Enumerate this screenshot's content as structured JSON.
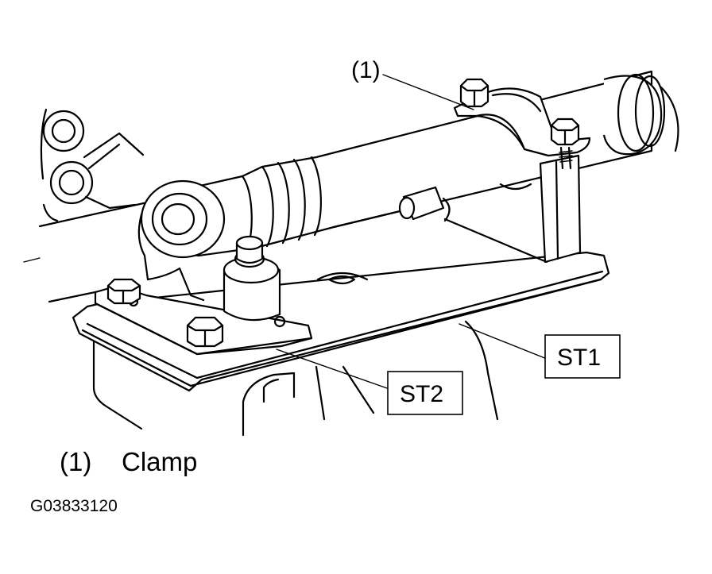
{
  "labels": {
    "callout_1": "(1)",
    "st1": "ST1",
    "st2": "ST2"
  },
  "legend": {
    "number": "(1)",
    "text": "Clamp"
  },
  "figure_code": "G03833120"
}
